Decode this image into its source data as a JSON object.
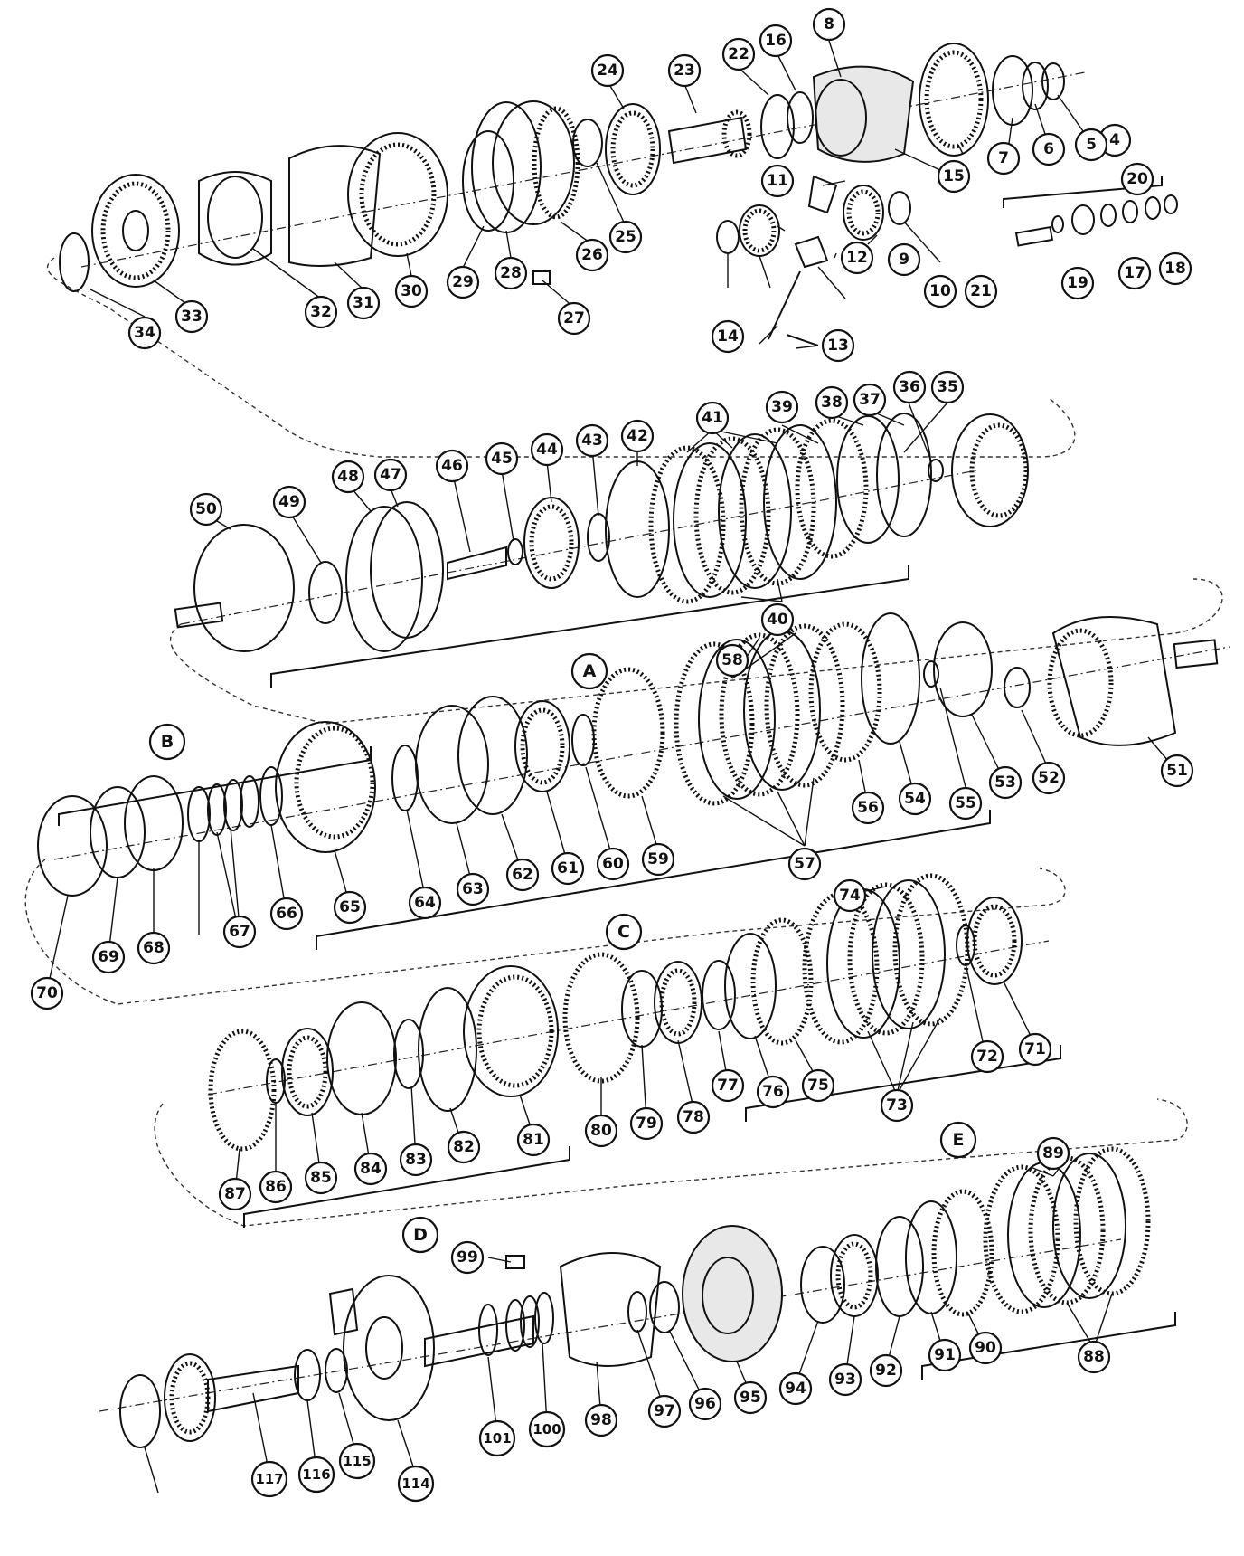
{
  "title": "",
  "group_labels": [
    "A",
    "B",
    "C",
    "D",
    "E"
  ],
  "callouts": [
    "4",
    "5",
    "6",
    "7",
    "8",
    "15",
    "16",
    "22",
    "23",
    "24",
    "25",
    "26",
    "27",
    "28",
    "29",
    "30",
    "31",
    "32",
    "33",
    "34",
    "11",
    "12",
    "9",
    "10",
    "21",
    "20",
    "19",
    "17",
    "18",
    "14",
    "13",
    "35",
    "36",
    "37",
    "38",
    "39",
    "40",
    "41",
    "42",
    "43",
    "44",
    "45",
    "46",
    "47",
    "48",
    "49",
    "50",
    "51",
    "52",
    "53",
    "54",
    "55",
    "56",
    "57",
    "58",
    "59",
    "60",
    "61",
    "62",
    "63",
    "64",
    "65",
    "66",
    "67",
    "68",
    "69",
    "70",
    "71",
    "72",
    "73",
    "74",
    "75",
    "76",
    "77",
    "78",
    "79",
    "80",
    "81",
    "82",
    "83",
    "84",
    "85",
    "86",
    "87",
    "88",
    "89",
    "90",
    "91",
    "92",
    "93",
    "94",
    "95",
    "96",
    "97",
    "98",
    "99",
    "100",
    "101",
    "114",
    "115",
    "116",
    "117"
  ]
}
